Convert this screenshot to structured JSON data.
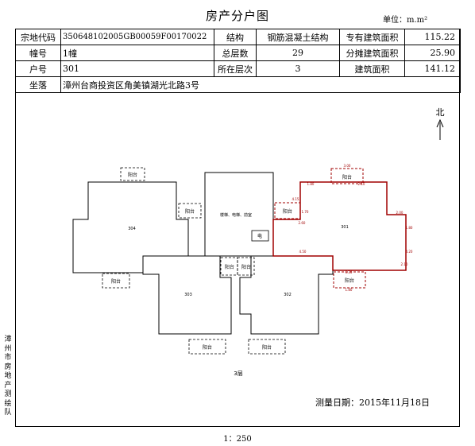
{
  "header": {
    "title": "房产分户图",
    "unit": "单位：m.m²"
  },
  "info": {
    "parcel_code_label": "宗地代码",
    "parcel_code": "350648102005GB00059F00170022",
    "structure_label": "结构",
    "structure": "钢筋混凝土结构",
    "exclusive_area_label": "专有建筑面积",
    "exclusive_area": "115.22",
    "building_label": "幢号",
    "building": "1幢",
    "total_floors_label": "总层数",
    "total_floors": "29",
    "shared_area_label": "分摊建筑面积",
    "shared_area": "25.90",
    "unit_no_label": "户号",
    "unit_no": "301",
    "floor_label": "所在层次",
    "floor": "3",
    "building_area_label": "建筑面积",
    "building_area": "141.12",
    "location_label": "坐落",
    "location": "漳州台商投资区角美镇湖光北路3号"
  },
  "plan": {
    "north": "北",
    "floor_label": "3层",
    "rooms": {
      "left": "304",
      "right": "301",
      "bottom_left": "303",
      "bottom_right": "302"
    },
    "core_label": "楼梯、电梯、前室",
    "electric_label": "电",
    "balcony_label": "阳台",
    "dimensions": [
      "3.00",
      "1.80",
      "2.10",
      "4.15",
      "1.70",
      "2.60",
      "2.00",
      "1.80",
      "4.20",
      "2.10",
      "6.20",
      "4.50",
      "1.80"
    ]
  },
  "footer": {
    "vertical_label": [
      "漳",
      "州",
      "市",
      "房",
      "地",
      "产",
      "测",
      "绘",
      "队"
    ],
    "survey_date": "测量日期：2015年11月18日",
    "scale": "1：250"
  }
}
